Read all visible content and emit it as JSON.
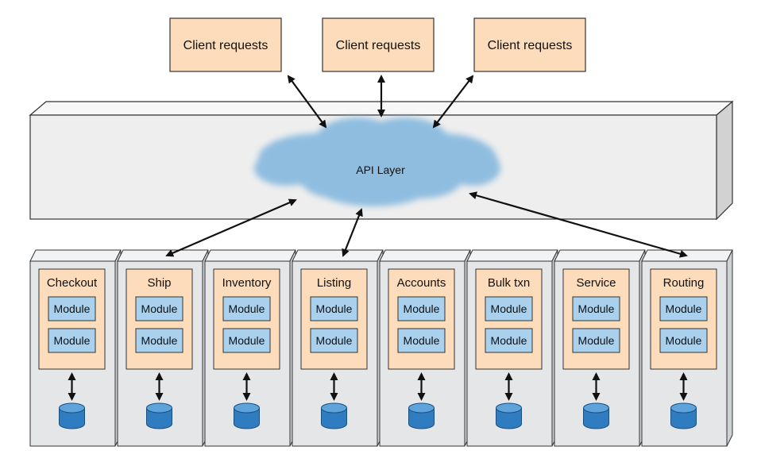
{
  "colors": {
    "client_fill": "#fcdcba",
    "client_stroke": "#333333",
    "layer_front": "#eeeeee",
    "layer_top": "#f7f7f7",
    "layer_side": "#d2d2d2",
    "cloud": "#8fbde0",
    "service_front": "#e4e6e8",
    "service_side": "#cfd2d5",
    "service_card": "#fcdcba",
    "module_fill": "#a9d1ee",
    "db_fill": "#2f7cc1",
    "db_top": "#5fa3db",
    "arrow": "#111111"
  },
  "clients": [
    {
      "label": "Client requests"
    },
    {
      "label": "Client requests"
    },
    {
      "label": "Client requests"
    }
  ],
  "api_layer": {
    "label": "API Layer",
    "icon": "cloud-icon"
  },
  "module_label": "Module",
  "services": [
    {
      "label": "Checkout",
      "modules": [
        "Module",
        "Module"
      ],
      "icon": "database-icon"
    },
    {
      "label": "Ship",
      "modules": [
        "Module",
        "Module"
      ],
      "icon": "database-icon"
    },
    {
      "label": "Inventory",
      "modules": [
        "Module",
        "Module"
      ],
      "icon": "database-icon"
    },
    {
      "label": "Listing",
      "modules": [
        "Module",
        "Module"
      ],
      "icon": "database-icon"
    },
    {
      "label": "Accounts",
      "modules": [
        "Module",
        "Module"
      ],
      "icon": "database-icon"
    },
    {
      "label": "Bulk txn",
      "modules": [
        "Module",
        "Module"
      ],
      "icon": "database-icon"
    },
    {
      "label": "Service",
      "modules": [
        "Module",
        "Module"
      ],
      "icon": "database-icon"
    },
    {
      "label": "Routing",
      "modules": [
        "Module",
        "Module"
      ],
      "icon": "database-icon"
    }
  ]
}
